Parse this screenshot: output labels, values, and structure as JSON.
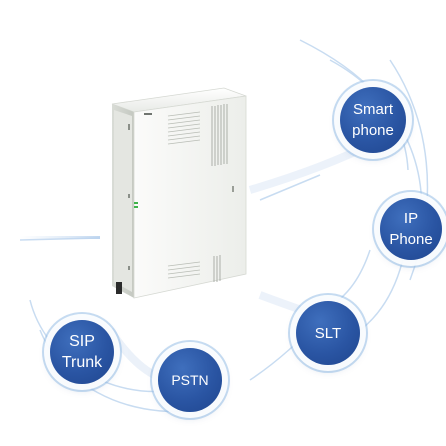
{
  "nodes": {
    "smart_phone": "Smart\nphone",
    "ip_phone": "IP\nPhone",
    "slt": "SLT",
    "sip_trunk": "SIP\nTrunk",
    "pstn": "PSTN"
  },
  "colors": {
    "bubble": "#2a55a3",
    "ring": "#a8c8ea",
    "device_body": "#f3f4f2",
    "device_panel": "#e6e8e3"
  },
  "icons": [
    "pbx-device-image"
  ]
}
